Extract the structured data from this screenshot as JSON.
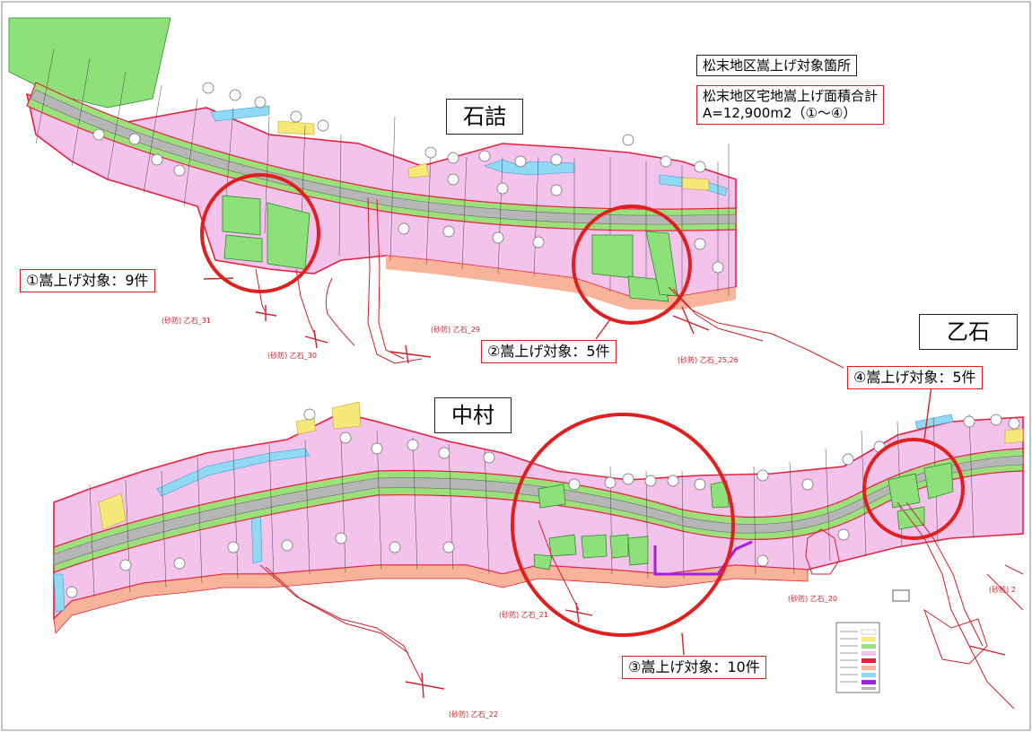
{
  "header": {
    "title": "松末地区嵩上げ対象箇所",
    "area_line1": "松末地区宅地嵩上げ面積合計",
    "area_line2": "A=12,900m2（①～④）"
  },
  "places": {
    "ishizume": "石詰",
    "otoishi": "乙石",
    "nakamura": "中村"
  },
  "targets": [
    {
      "text": "①嵩上げ対象：9件"
    },
    {
      "text": "②嵩上げ対象：5件"
    },
    {
      "text": "③嵩上げ対象：10件"
    },
    {
      "text": "④嵩上げ対象：5件"
    }
  ],
  "sabo_labels": [
    "(砂防) 乙石_31",
    "(砂防) 乙石_30",
    "(砂防) 乙石_29",
    "(砂防) 乙石_25,26",
    "(砂防) 乙石_21",
    "(砂防) 乙石_20",
    "(砂防) 乙石_22",
    "(砂防) 2"
  ],
  "colors": {
    "road": "#b6b6b6",
    "green_band": "#9be07a",
    "residential": "#f4c3ec",
    "boundary": "#e8203c",
    "water": "#8fd9f2",
    "circle": "#e0201e",
    "purple_line": "#a51ee6"
  }
}
